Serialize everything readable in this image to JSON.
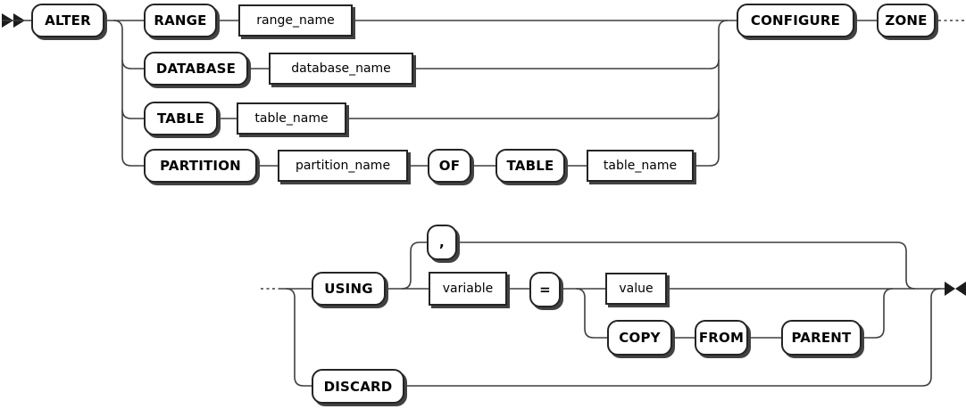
{
  "diagram": {
    "kind": "railroad-syntax-diagram",
    "colors": {
      "background": "#ffffff",
      "line": "#3f3f3f",
      "box_border": "#242424",
      "box_shadow": "#424242",
      "text": "#000000"
    },
    "icons": {
      "start_marker": "double-right-arrow",
      "end_marker": "bowtie-arrows",
      "continuation": "dotted-line"
    },
    "nodes": {
      "alter": {
        "type": "keyword",
        "label": "ALTER"
      },
      "range": {
        "type": "keyword",
        "label": "RANGE"
      },
      "range_name": {
        "type": "variable",
        "label": "range_name"
      },
      "database": {
        "type": "keyword",
        "label": "DATABASE"
      },
      "database_name": {
        "type": "variable",
        "label": "database_name"
      },
      "table1": {
        "type": "keyword",
        "label": "TABLE"
      },
      "table_name1": {
        "type": "variable",
        "label": "table_name"
      },
      "partition": {
        "type": "keyword",
        "label": "PARTITION"
      },
      "partition_name": {
        "type": "variable",
        "label": "partition_name"
      },
      "of": {
        "type": "keyword",
        "label": "OF"
      },
      "table2": {
        "type": "keyword",
        "label": "TABLE"
      },
      "table_name2": {
        "type": "variable",
        "label": "table_name"
      },
      "configure": {
        "type": "keyword",
        "label": "CONFIGURE"
      },
      "zone": {
        "type": "keyword",
        "label": "ZONE"
      },
      "using": {
        "type": "keyword",
        "label": "USING"
      },
      "comma": {
        "type": "keyword",
        "label": ","
      },
      "variable": {
        "type": "variable",
        "label": "variable"
      },
      "equals": {
        "type": "keyword",
        "label": "="
      },
      "value": {
        "type": "variable",
        "label": "value"
      },
      "copy": {
        "type": "keyword",
        "label": "COPY"
      },
      "from": {
        "type": "keyword",
        "label": "FROM"
      },
      "parent": {
        "type": "keyword",
        "label": "PARENT"
      },
      "discard": {
        "type": "keyword",
        "label": "DISCARD"
      }
    }
  }
}
